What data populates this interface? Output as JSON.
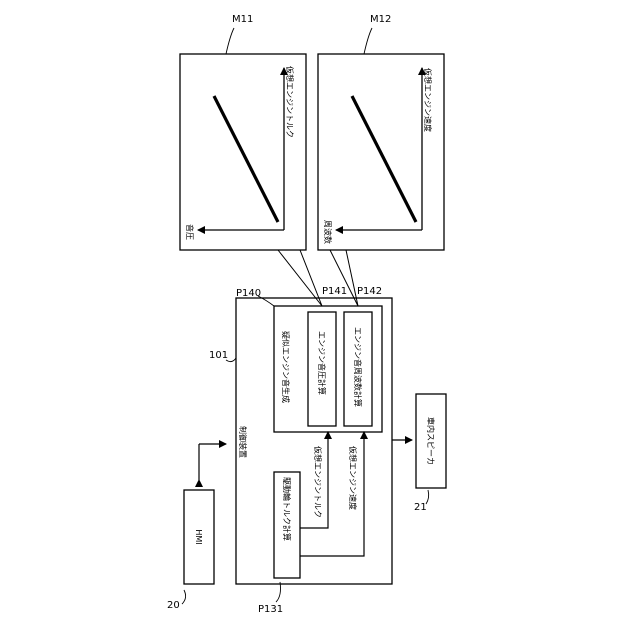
{
  "refs": {
    "hmi": "20",
    "controller": "101",
    "drive_torque": "P131",
    "synth": "P140",
    "pressure": "P141",
    "frequency": "P142",
    "speaker": "21",
    "map1": "M11",
    "map2": "M12"
  },
  "labels": {
    "hmi": "HMI",
    "controller": "制御装置",
    "drive_torque": "駆動輪トルク計算",
    "synth": "疑似エンジン音生成",
    "pressure": "エンジン音圧計算",
    "frequency": "エンジン音周波数計算",
    "speaker": "車内スピーカ",
    "signal_torque": "仮想エンジントルク",
    "signal_speed": "仮想エンジン速度"
  },
  "maps": {
    "m11": {
      "x_label": "仮想エンジントルク",
      "y_label": "音圧"
    },
    "m12": {
      "x_label": "仮想エンジン速度",
      "y_label": "周波数"
    }
  }
}
